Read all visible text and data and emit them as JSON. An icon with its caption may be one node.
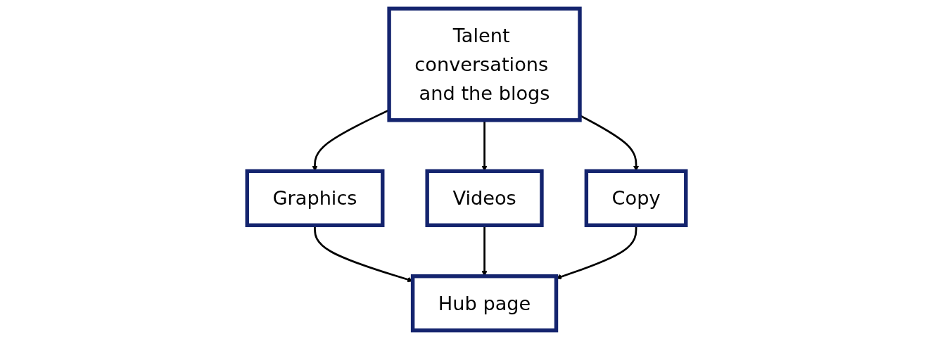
{
  "diagram": {
    "nodes": [
      {
        "text": [
          "Talent conversations and the blogs"
        ]
      },
      {
        "text": [
          "Graphics"
        ]
      },
      {
        "text": [
          "Videos"
        ]
      },
      {
        "text": [
          "Copy"
        ]
      },
      {
        "text": [
          "Hub page"
        ]
      }
    ],
    "edges": [
      {
        "from": 0,
        "to": 1,
        "arrow": "to"
      },
      {
        "from": 0,
        "to": 2,
        "arrow": "to"
      },
      {
        "from": 0,
        "to": 3,
        "arrow": "to"
      },
      {
        "from": 1,
        "to": 4,
        "arrow": "to"
      },
      {
        "from": 2,
        "to": 4,
        "arrow": "to"
      },
      {
        "from": 3,
        "to": 4,
        "arrow": "to"
      }
    ]
  }
}
